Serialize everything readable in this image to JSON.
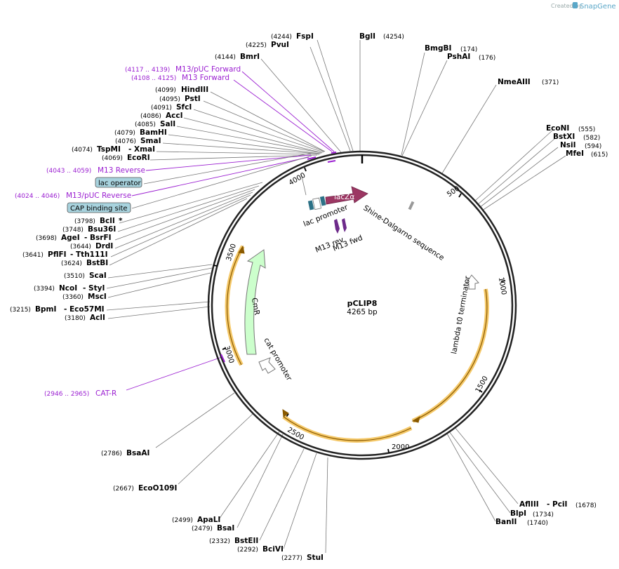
{
  "credit": {
    "created_by": "Created by",
    "brand": "SnapGene"
  },
  "plasmid": {
    "name": "pCLIP8",
    "size": "4265 bp"
  },
  "ticks": [
    "500",
    "1000",
    "1500",
    "2000",
    "2500",
    "3000",
    "3500",
    "4000"
  ],
  "enzymes": {
    "fspi": {
      "name": "FspI",
      "pos": "(4244)"
    },
    "bgli": {
      "name": "BglI",
      "pos": "(4254)"
    },
    "pvui": {
      "name": "PvuI",
      "pos": "(4225)"
    },
    "bmgbi": {
      "name": "BmgBI",
      "pos": "(174)"
    },
    "pshai": {
      "name": "PshAI",
      "pos": "(176)"
    },
    "bmri": {
      "name": "BmrI",
      "pos": "(4144)"
    },
    "nmeaiii": {
      "name": "NmeAIII",
      "pos": "(371)"
    },
    "hindiii": {
      "name": "HindIII",
      "pos": "(4099)"
    },
    "psti": {
      "name": "PstI",
      "pos": "(4095)"
    },
    "sfci": {
      "name": "SfcI",
      "pos": "(4091)"
    },
    "acci": {
      "name": "AccI",
      "pos": "(4086)"
    },
    "sali": {
      "name": "SalI",
      "pos": "(4085)"
    },
    "bamhi": {
      "name": "BamHI",
      "pos": "(4079)"
    },
    "smai": {
      "name": "SmaI",
      "pos": "(4076)"
    },
    "tspmi": {
      "name": "TspMI",
      "pos": "(4074)",
      "alt": "- XmaI"
    },
    "ecori": {
      "name": "EcoRI",
      "pos": "(4069)"
    },
    "econi": {
      "name": "EcoNI",
      "pos": "(555)"
    },
    "bstxi": {
      "name": "BstXI",
      "pos": "(582)"
    },
    "nsii": {
      "name": "NsiI",
      "pos": "(594)"
    },
    "mfei": {
      "name": "MfeI",
      "pos": "(615)"
    },
    "bcli": {
      "name": "BclI",
      "pos": "(3798)",
      "star": "*"
    },
    "bsu36i": {
      "name": "Bsu36I",
      "pos": "(3748)"
    },
    "agei": {
      "name": "AgeI",
      "pos": "(3698)",
      "alt": "- BsrFI"
    },
    "drdi": {
      "name": "DrdI",
      "pos": "(3644)"
    },
    "pflfi": {
      "name": "PflFI",
      "pos": "(3641)",
      "alt": "- Tth111I"
    },
    "bstbi": {
      "name": "BstBI",
      "pos": "(3624)"
    },
    "scai": {
      "name": "ScaI",
      "pos": "(3510)"
    },
    "ncoi": {
      "name": "NcoI",
      "pos": "(3394)",
      "alt": "- StyI"
    },
    "msci": {
      "name": "MscI",
      "pos": "(3360)"
    },
    "bpmi": {
      "name": "BpmI",
      "pos": "(3215)",
      "alt": "- Eco57MI"
    },
    "acli": {
      "name": "AclI",
      "pos": "(3180)"
    },
    "bsaai": {
      "name": "BsaAI",
      "pos": "(2786)"
    },
    "ecoo109i": {
      "name": "EcoO109I",
      "pos": "(2667)"
    },
    "apali": {
      "name": "ApaLI",
      "pos": "(2499)"
    },
    "bsai": {
      "name": "BsaI",
      "pos": "(2479)"
    },
    "bsteii": {
      "name": "BstEII",
      "pos": "(2332)"
    },
    "bcivi": {
      "name": "BciVI",
      "pos": "(2292)"
    },
    "stui": {
      "name": "StuI",
      "pos": "(2277)"
    },
    "afliii": {
      "name": "AflIII",
      "pos": "(1678)",
      "alt": "- PciI"
    },
    "blpi": {
      "name": "BlpI",
      "pos": "(1734)"
    },
    "banii": {
      "name": "BanII",
      "pos": "(1740)"
    }
  },
  "primers": {
    "m13puc_fwd": {
      "range": "(4117 .. 4139)",
      "name": "M13/pUC Forward"
    },
    "m13_fwd_outer": {
      "range": "(4108 .. 4125)",
      "name": "M13 Forward"
    },
    "m13_rev_outer": {
      "range": "(4043 .. 4059)",
      "name": "M13 Reverse"
    },
    "m13puc_rev": {
      "range": "(4024 .. 4046)",
      "name": "M13/pUC Reverse"
    },
    "cat_r": {
      "range": "(2946 .. 2965)",
      "name": "CAT-R"
    }
  },
  "boxes": {
    "lac_operator": "lac operator",
    "cap_site": "CAP binding site"
  },
  "features": {
    "lacz": "lacZα",
    "lac_promoter": "lac promoter",
    "shine_dalgarno": "Shine-Dalgarno sequence",
    "m13_rev": "M13 rev",
    "m13_fwd": "M13 fwd",
    "lambda_terminator": "lambda t0 terminator",
    "cmr": "CmR",
    "cat_promoter": "cat promoter"
  },
  "colors": {
    "backbone": "#222222",
    "primer": "#9b1fd1",
    "lacz": "#9c3763",
    "cmr": "#ccffcc",
    "orf": "#f5c96a",
    "lac_box": "#a8d3de"
  }
}
